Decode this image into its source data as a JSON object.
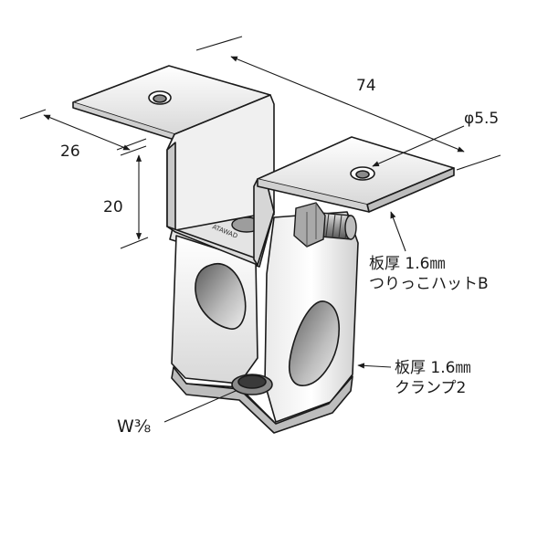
{
  "dimensions": {
    "width_top": "74",
    "depth": "26",
    "height": "20",
    "hole": "φ5.5"
  },
  "notes": {
    "upper_part": {
      "thickness": "板厚 1.6㎜",
      "name": "つりっこハットB"
    },
    "lower_part": {
      "thickness": "板厚 1.6㎜",
      "name": "クランプ2"
    }
  },
  "bolt_size": "W⅜",
  "stamp_text": "ATAWAD",
  "colors": {
    "line": "#1a1a1a",
    "metal_light": "#f4f4f4",
    "metal_shade": "#cfcfcf",
    "metal_dark": "#8a8a8a"
  }
}
